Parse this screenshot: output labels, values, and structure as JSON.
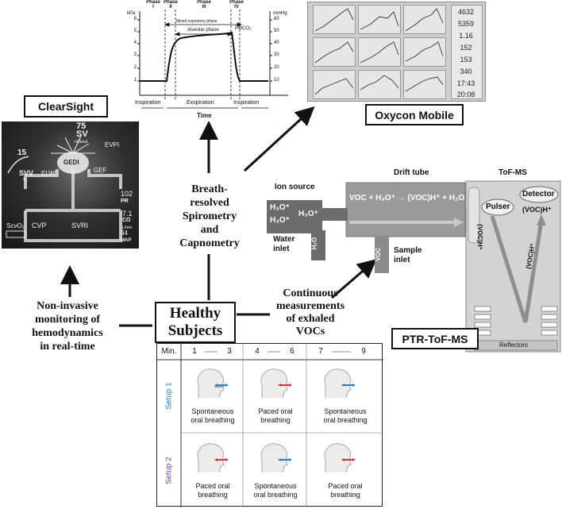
{
  "spirometry_plot": {
    "phase_labels": [
      "Phase\nI",
      "Phase\nII",
      "Phase\nIII",
      "Phase\nIV"
    ],
    "left_unit": "kPa",
    "right_unit": "mmHg",
    "left_ticks": [
      "6",
      "5",
      "4",
      "3",
      "2",
      "1"
    ],
    "right_ticks": [
      "60",
      "50",
      "40",
      "30",
      "20",
      "10"
    ],
    "mixed_expiratory": "Mixed expiratory phase",
    "alveolar": "Alveolar phase",
    "petco2": "PetCO₂",
    "bottom_labels": [
      "Inspiration",
      "Exspiration",
      "Inspiration"
    ],
    "time_label": "Time"
  },
  "oxycon": {
    "title": "Oxycon Mobile",
    "side_values": [
      "4632",
      "5359",
      "1.16",
      "152",
      "153",
      "340",
      "17:43",
      "20:08"
    ]
  },
  "clearsight": {
    "title": "ClearSight",
    "sv_value": "75",
    "sv_label": "SV",
    "sv_unit": "ml/beat",
    "svv_value": "15",
    "svv_label": "SVV",
    "svv_unit": "%",
    "evpi": "EVPI",
    "gedi": "GEDI",
    "elwi": "ELWI",
    "gef": "GEF",
    "pr_value": "102",
    "pr_label": "PR",
    "co_value": "7.1",
    "co_label": "CO",
    "co_unit": "L/min",
    "map_value": "94",
    "map_label": "MAP",
    "scvo2": "ScvO₂",
    "cvp": "CVP",
    "svri": "SVRI"
  },
  "labels": {
    "breath_resolved": "Breath-\nresolved\nSpirometry\nand\nCapnometry",
    "non_invasive": "Non-invasive\nmonitoring of\nhemodynamics\nin real-time",
    "healthy_subjects": "Healthy\nSubjects",
    "continuous": "Continuous\nmeasurements\nof exhaled\nVOCs"
  },
  "ptr": {
    "title": "PTR-ToF-MS",
    "ion_source": "Ion source",
    "drift_tube": "Drift tube",
    "tof_ms": "ToF-MS",
    "h3o_1": "H₃O⁺",
    "h3o_2": "H₃O⁺",
    "h3o_3": "H₃O⁺",
    "reaction": "VOC + H₃O⁺ → (VOC)H⁺ + H₂O",
    "water_inlet": "Water\ninlet",
    "h2o": "H₂O",
    "voc": "VOC",
    "sample_inlet": "Sample\ninlet",
    "pulser": "Pulser",
    "detector": "Detector",
    "vocH_right": "(VOC)H⁺",
    "vocH_left": "(VOC)H⁺",
    "vocH_diag": "(VOC)H⁺",
    "reflectors": "Reflectors"
  },
  "table": {
    "min_label": "Min.",
    "minute_groups": [
      [
        "1",
        "3"
      ],
      [
        "4",
        "6"
      ],
      [
        "7",
        "9"
      ]
    ],
    "setups": [
      {
        "name": "Setup 1",
        "color": "#2f7fc1",
        "cells": [
          "Spontaneous\noral breathing",
          "Paced oral\nbreathing",
          "Spontaneous\noral breathing"
        ],
        "arrows": [
          "blue",
          "red",
          "blue"
        ]
      },
      {
        "name": "Setup 2",
        "color": "#7a3ea0",
        "cells": [
          "Paced oral\nbreathing",
          "Spontaneous\noral breathing",
          "Paced oral\nbreathing"
        ],
        "arrows": [
          "red",
          "blue",
          "red"
        ]
      }
    ]
  }
}
